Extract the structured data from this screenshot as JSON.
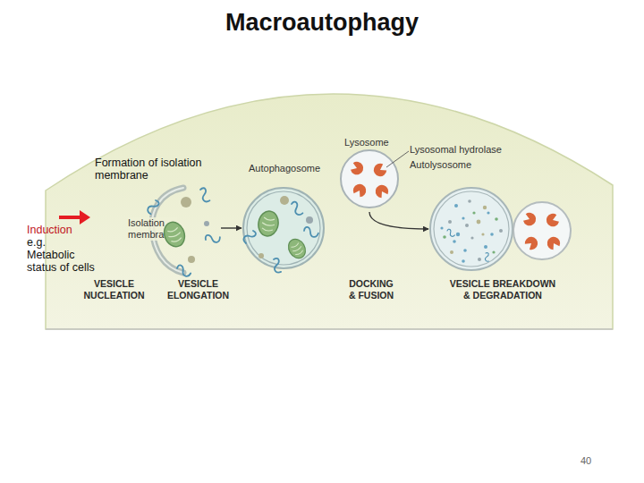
{
  "diagram": {
    "title": "Macroautophagy",
    "nodes": [
      {
        "text": [
          "Isolation membrane"
        ]
      },
      {
        "text": [
          "Autophagosome"
        ]
      },
      {
        "text": [
          "Lysosome"
        ]
      },
      {
        "text": [
          "Autolysosome"
        ]
      }
    ],
    "edges": [
      {
        "from": 0,
        "to": 1,
        "arrow": "to"
      },
      {
        "from": 2,
        "to": 3,
        "arrow": "to"
      }
    ],
    "labels": [
      "Formation of isolation membrane",
      "Induction",
      "e.g.",
      "Metabolic status of cells",
      "VESICLE NUCLEATION",
      "VESICLE ELONGATION",
      "Lysosomal hydrolase",
      "DOCKING & FUSION",
      "VESICLE BREAKDOWN & DEGRADATION",
      "40"
    ]
  }
}
